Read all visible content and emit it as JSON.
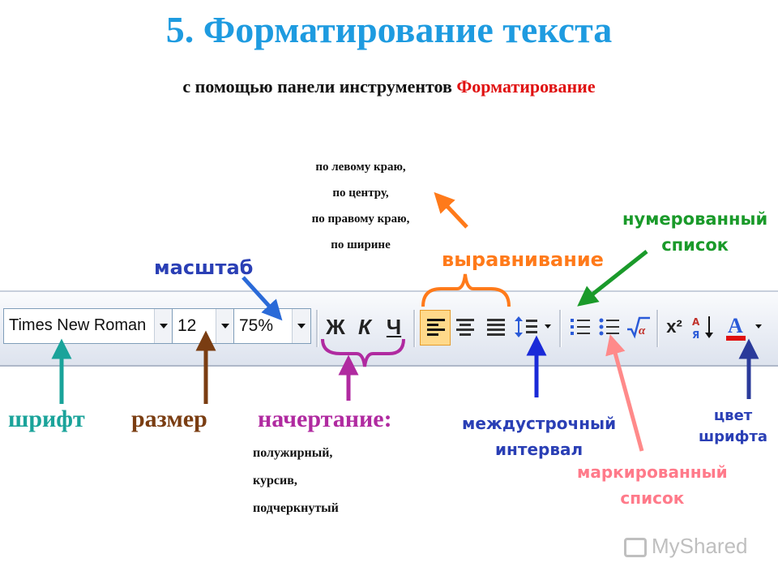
{
  "title": "5. Форматирование текста",
  "subtitle": {
    "prefix": "с помощью панели инструментов",
    "highlight": "Форматирование"
  },
  "alignment_notes": [
    "по левому краю,",
    "по центру,",
    "по правому краю,",
    "по ширине"
  ],
  "labels": {
    "zoom": "масштаб",
    "alignment": "выравнивание",
    "numbered_list": [
      "нумерованный",
      "список"
    ],
    "font": "шрифт",
    "size": "размер",
    "style": "начертание:",
    "line_spacing": [
      "междустрочный",
      "интервал"
    ],
    "bulleted_list": [
      "маркированный",
      "список"
    ],
    "font_color": [
      "цвет",
      "шрифта"
    ]
  },
  "style_notes": [
    "полужирный,",
    "курсив,",
    "подчеркнутый"
  ],
  "toolbar": {
    "font_name": "Times New Roman",
    "font_size": "12",
    "zoom": "75%",
    "bold_label": "Ж",
    "italic_label": "К",
    "underline_label": "Ч",
    "superscript_label": "x²",
    "icons": [
      "align-left-icon",
      "align-center-icon",
      "align-right-icon",
      "line-spacing-icon",
      "numbered-list-icon",
      "bulleted-list-icon",
      "formula-icon",
      "superscript-icon",
      "sort-icon",
      "font-color-icon"
    ]
  },
  "colors": {
    "title": "#1e9be0",
    "subtitle_highlight": "#e01010",
    "font_arrow": "#1aa39a",
    "size_arrow": "#7a3d12",
    "style_arrow": "#b02aa0",
    "zoom_arrow": "#2a6ad8",
    "align_arrow": "#ff7a1a",
    "numbered_arrow": "#1a9a2a",
    "spacing_arrow": "#1a2ad8",
    "bullet_arrow": "#ff8a8a",
    "color_arrow": "#2a3a9a",
    "font_color_bar": "#e01010"
  },
  "watermark": "MyShared"
}
